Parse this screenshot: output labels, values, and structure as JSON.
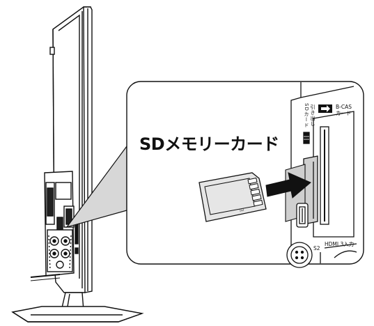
{
  "labels": {
    "sd_card": "SDメモリーカード",
    "bcas_line1": "B-CAS",
    "bcas_line2": "カード",
    "sd_vertical": "SDカード",
    "pull_vertical": "引き出し",
    "hdmi": "HDMI 3入力",
    "s2": "S2",
    "card_mark": "SD"
  },
  "icons": {
    "insert_arrow": "right-arrow-icon",
    "bcas_marker": "right-arrow-box-icon"
  },
  "colors": {
    "line": "#111111",
    "callout_fill": "#ffffff",
    "shade": "#cfcfcf",
    "card_fill": "#e6e6e6"
  }
}
